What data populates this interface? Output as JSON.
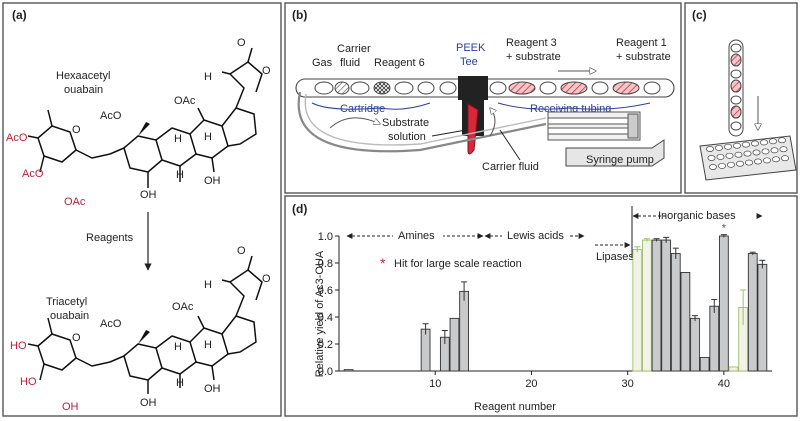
{
  "panel_a": {
    "label": "(a)",
    "top_name_1": "Hexaacetyl",
    "top_name_2": "ouabain",
    "arrow_label": "Reagents",
    "bottom_name_1": "Triacetyl",
    "bottom_name_2": "ouabain",
    "top_labels": [
      "AcO",
      "AcO",
      "OAc",
      "AcO",
      "OAc",
      "H",
      "OH",
      "OH",
      "H",
      "H",
      "H",
      "O",
      "O",
      "O"
    ],
    "bottom_labels": [
      "HO",
      "HO",
      "OH",
      "AcO",
      "OAc",
      "H",
      "OH",
      "OH",
      "H",
      "H",
      "H",
      "O",
      "O",
      "O"
    ]
  },
  "panel_b": {
    "label": "(b)",
    "gas": "Gas",
    "carrier_fluid_1": "Carrier",
    "carrier_fluid_2": "fluid",
    "reagent6": "Reagent 6",
    "peek_1": "PEEK",
    "peek_2": "Tee",
    "reagent3_1": "Reagent 3",
    "reagent3_2": "+ substrate",
    "reagent1_1": "Reagent 1",
    "reagent1_2": "+ substrate",
    "cartridge": "Cartridge",
    "receiving_tubing": "Receiving tubing",
    "substrate_1": "Substrate",
    "substrate_2": "solution",
    "carrier_fluid_bottom": "Carrier fluid",
    "syringe_pump": "Syringe pump",
    "colors": {
      "blue": "#2b3f9c",
      "red": "#c0203a",
      "pink": "#e8a0a0"
    }
  },
  "panel_c": {
    "label": "(c)"
  },
  "panel_d": {
    "label": "(d)",
    "group_inorganic": "Inorganic bases",
    "group_amines": "Amines",
    "group_lewis": "Lewis acids",
    "group_lipases": "Lipases",
    "legend_marker": "*",
    "legend_text": "Hit for large scale reaction",
    "ylabel": "Relative yield of Ac3-OUA",
    "xlabel": "Reagent number"
  },
  "chart_data": {
    "type": "bar",
    "xlabel": "Reagent number",
    "ylabel": "Relative yield of Ac3-OUA",
    "xlim": [
      0,
      45
    ],
    "ylim": [
      0,
      1.0
    ],
    "xticks": [
      10,
      20,
      30,
      40
    ],
    "yticks": [
      0.0,
      0.2,
      0.4,
      0.6,
      0.8,
      1.0
    ],
    "groups": [
      {
        "name": "Amines",
        "range": [
          1,
          14
        ]
      },
      {
        "name": "Lewis acids",
        "range": [
          15,
          25
        ]
      },
      {
        "name": "Lipases",
        "range": [
          26,
          31
        ]
      },
      {
        "name": "Inorganic bases",
        "range": [
          31,
          44
        ]
      }
    ],
    "bars": [
      {
        "x": 1,
        "value": 0.01,
        "err": 0.0,
        "group": "Amines"
      },
      {
        "x": 9,
        "value": 0.31,
        "err": 0.04,
        "group": "Amines"
      },
      {
        "x": 11,
        "value": 0.25,
        "err": 0.05,
        "group": "Amines"
      },
      {
        "x": 12,
        "value": 0.39,
        "err": 0.0,
        "group": "Amines"
      },
      {
        "x": 13,
        "value": 0.59,
        "err": 0.07,
        "group": "Amines"
      },
      {
        "x": 31,
        "value": 0.9,
        "err": 0.02,
        "group": "Lipases"
      },
      {
        "x": 32,
        "value": 0.97,
        "err": 0.01,
        "group": "Lipases"
      },
      {
        "x": 33,
        "value": 0.97,
        "err": 0.01,
        "group": "Inorganic bases"
      },
      {
        "x": 34,
        "value": 0.97,
        "err": 0.02,
        "group": "Inorganic bases"
      },
      {
        "x": 35,
        "value": 0.87,
        "err": 0.04,
        "group": "Inorganic bases"
      },
      {
        "x": 36,
        "value": 0.73,
        "err": 0.0,
        "group": "Inorganic bases"
      },
      {
        "x": 37,
        "value": 0.39,
        "err": 0.02,
        "group": "Inorganic bases"
      },
      {
        "x": 38,
        "value": 0.1,
        "err": 0.0,
        "group": "Inorganic bases"
      },
      {
        "x": 39,
        "value": 0.48,
        "err": 0.05,
        "group": "Inorganic bases"
      },
      {
        "x": 40,
        "value": 1.0,
        "err": 0.01,
        "group": "Inorganic bases",
        "hit": true
      },
      {
        "x": 41,
        "value": 0.03,
        "err": 0.0,
        "group": "Lipases"
      },
      {
        "x": 42,
        "value": 0.47,
        "err": 0.13,
        "group": "Lipases"
      },
      {
        "x": 43,
        "value": 0.87,
        "err": 0.01,
        "group": "Inorganic bases"
      },
      {
        "x": 44,
        "value": 0.79,
        "err": 0.03,
        "group": "Inorganic bases"
      }
    ]
  }
}
